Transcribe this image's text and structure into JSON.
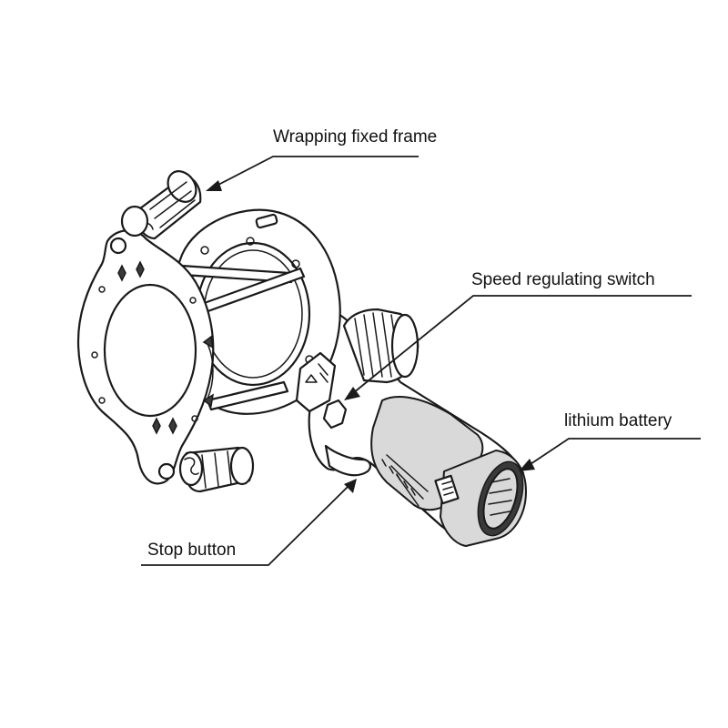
{
  "callouts": {
    "frame": "Wrapping fixed frame",
    "switch": "Speed regulating switch",
    "battery": "lithium battery",
    "stop": "Stop button"
  },
  "colors": {
    "line": "#1a1a1a",
    "fill": "#ffffff",
    "shade": "#d9d9d9"
  }
}
